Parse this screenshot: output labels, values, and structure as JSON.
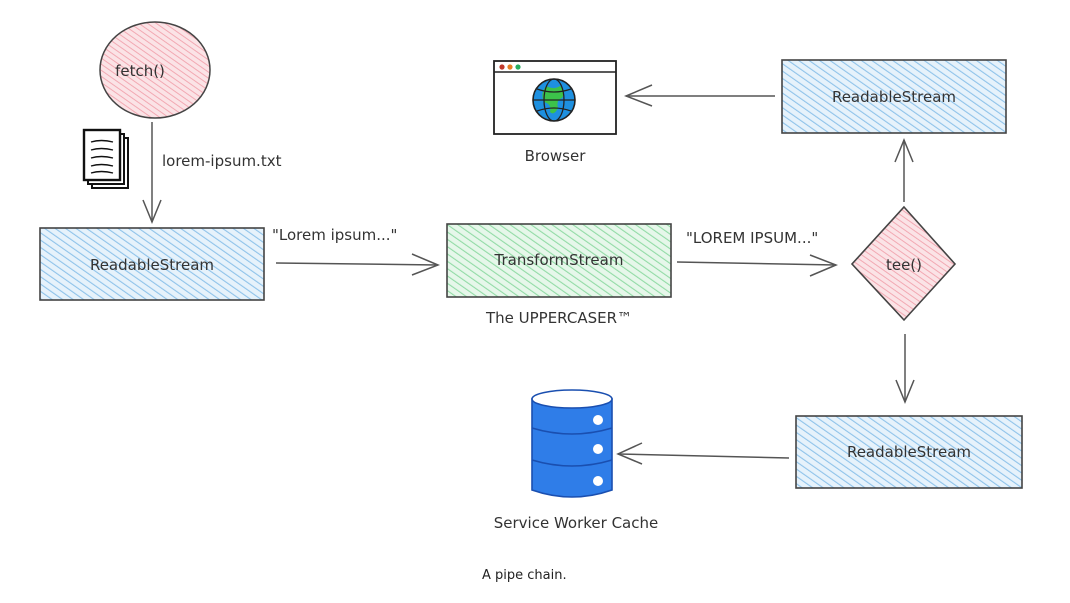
{
  "colors": {
    "stroke": "#444444",
    "readable_fill": "#a5d0f0",
    "transform_fill": "#9fe0b0",
    "pink_fill": "#f4a8b2",
    "db_blue": "#2f7de8",
    "globe_blue": "#1e90e0",
    "globe_green": "#3cc24a"
  },
  "nodes": {
    "fetch": {
      "label": "fetch()"
    },
    "file_label": "lorem-ipsum.txt",
    "readable_source": {
      "label": "ReadableStream"
    },
    "edge1_label": "\"Lorem ipsum...\"",
    "transform": {
      "label": "TransformStream",
      "caption": "The UPPERCASER™"
    },
    "edge2_label": "\"LOREM IPSUM...\"",
    "tee": {
      "label": "tee()"
    },
    "readable_branch1": {
      "label": "ReadableStream"
    },
    "readable_branch2": {
      "label": "ReadableStream"
    },
    "browser": {
      "label": "Browser"
    },
    "cache": {
      "label": "Service Worker Cache"
    }
  },
  "caption": "A pipe chain."
}
